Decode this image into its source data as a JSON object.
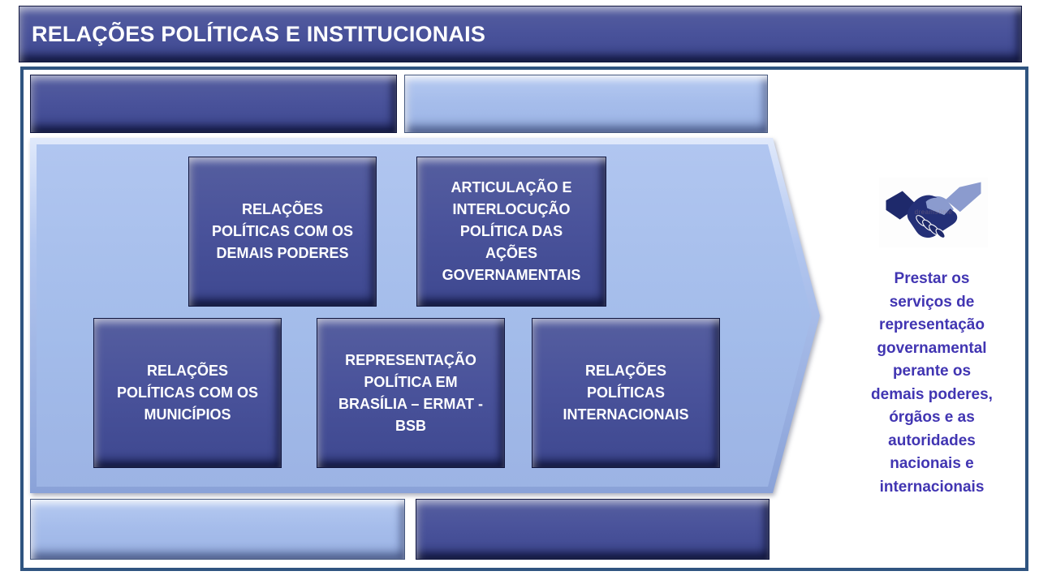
{
  "header": {
    "title": "RELAÇÕES POLÍTICAS E INSTITUCIONAIS"
  },
  "nodes": [
    {
      "label": "RELAÇÕES\nPOLÍTICAS COM OS\nDEMAIS PODERES"
    },
    {
      "label": "ARTICULAÇÃO E\nINTERLOCUÇÃO\nPOLÍTICA DAS\nAÇÕES\nGOVERNAMENTAIS"
    },
    {
      "label": "RELAÇÕES\nPOLÍTICAS COM OS\nMUNICÍPIOS"
    },
    {
      "label": "REPRESENTAÇÃO\nPOLÍTICA EM\nBRASÍLIA – ERMAT -\nBSB"
    },
    {
      "label": "RELAÇÕES\nPOLÍTICAS\nINTERNACIONAIS"
    }
  ],
  "mission": {
    "icon": "handshake-icon",
    "watermark": "dreamstime",
    "text": "Prestar os\nserviços de\nrepresentação\ngovernamental\nperante os\ndemais poderes,\nórgãos e as\nautoridades\nnacionais e\ninternacionais"
  },
  "colors": {
    "box_dark_blue": "#4a539b",
    "bar_light_blue": "#a6bdeb",
    "arrow_fill": "#a3bcea",
    "frame_border": "#2f5480",
    "title_text": "#ffffff",
    "mission_text": "#4135b2",
    "icon_dark_hand": "#1f2a6e",
    "icon_light_hand": "#8b9bce"
  }
}
